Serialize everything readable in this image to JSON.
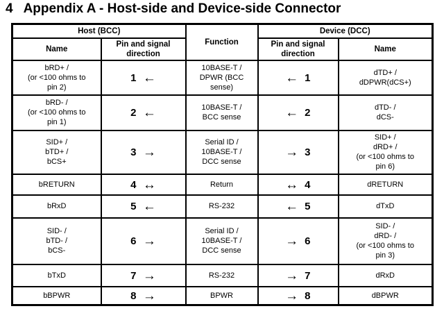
{
  "page": {
    "section_number": "4",
    "title": "Appendix A - Host-side and Device-side Connector"
  },
  "colors": {
    "text": "#000000",
    "background": "#ffffff",
    "table_border": "#000000"
  },
  "table": {
    "header": {
      "host_group": "Host (BCC)",
      "function": "Function",
      "device_group": "Device (DCC)",
      "host_name": "Name",
      "host_pin": "Pin and signal\ndirection",
      "device_pin": "Pin and signal\ndirection",
      "device_name": "Name"
    },
    "rows": [
      {
        "host_name": "bRD+ /\n(or <100 ohms to\npin 2)",
        "host_pin": {
          "number": "1",
          "arrow": "←"
        },
        "function": "10BASE-T /\nDPWR (BCC\nsense)",
        "device_pin": {
          "arrow": "←",
          "number": "1"
        },
        "device_name": "dTD+ /\ndDPWR(dCS+)"
      },
      {
        "host_name": "bRD- /\n(or <100 ohms to\npin 1)",
        "host_pin": {
          "number": "2",
          "arrow": "←"
        },
        "function": "10BASE-T /\nBCC sense",
        "device_pin": {
          "arrow": "←",
          "number": "2"
        },
        "device_name": "dTD- /\ndCS-"
      },
      {
        "host_name": "SID+ /\nbTD+ /\nbCS+",
        "host_pin": {
          "number": "3",
          "arrow": "→"
        },
        "function": "Serial ID /\n10BASE-T /\nDCC sense",
        "device_pin": {
          "arrow": "→",
          "number": "3"
        },
        "device_name": "SID+ /\ndRD+ /\n(or <100 ohms to\npin 6)"
      },
      {
        "host_name": "bRETURN",
        "host_pin": {
          "number": "4",
          "arrow": "↔"
        },
        "function": "Return",
        "device_pin": {
          "arrow": "↔",
          "number": "4"
        },
        "device_name": "dRETURN"
      },
      {
        "host_name": "bRxD",
        "host_pin": {
          "number": "5",
          "arrow": "←"
        },
        "function": "RS-232",
        "device_pin": {
          "arrow": "←",
          "number": "5"
        },
        "device_name": "dTxD"
      },
      {
        "host_name": "SID- /\nbTD- /\nbCS-",
        "host_pin": {
          "number": "6",
          "arrow": "→"
        },
        "function": "Serial ID /\n10BASE-T /\nDCC sense",
        "device_pin": {
          "arrow": "→",
          "number": "6"
        },
        "device_name": "SID- /\ndRD- /\n(or <100 ohms to\npin 3)"
      },
      {
        "host_name": "bTxD",
        "host_pin": {
          "number": "7",
          "arrow": "→"
        },
        "function": "RS-232",
        "device_pin": {
          "arrow": "→",
          "number": "7"
        },
        "device_name": "dRxD"
      },
      {
        "host_name": "bBPWR",
        "host_pin": {
          "number": "8",
          "arrow": "→"
        },
        "function": "BPWR",
        "device_pin": {
          "arrow": "→",
          "number": "8"
        },
        "device_name": "dBPWR"
      }
    ]
  }
}
